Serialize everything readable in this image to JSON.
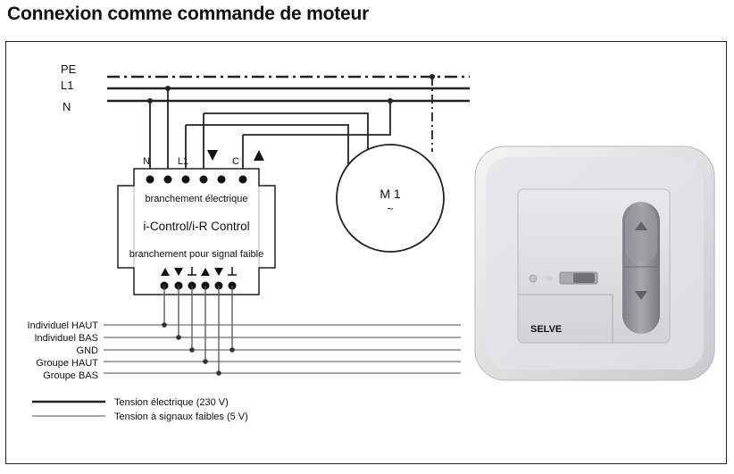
{
  "title": "Connexion comme commande de moteur",
  "mains": {
    "pe": "PE",
    "l1": "L1",
    "n": "N"
  },
  "module": {
    "terminal_n": "N",
    "terminal_l1": "L1",
    "terminal_c": "C",
    "power_connection": "branchement électrique",
    "name": "i-Control/i-R Control",
    "signal_connection": "branchement pour signal faible"
  },
  "motor": {
    "label": "M 1",
    "symbol": "~"
  },
  "signal_bus": [
    "Individuel HAUT",
    "Individuel BAS",
    "GND",
    "Groupe HAUT",
    "Groupe BAS"
  ],
  "legend": {
    "power": "Tension électrique (230 V)",
    "signal": "Tension à signaux faibles (5 V)"
  },
  "device_brand": "SELVE",
  "colors": {
    "power_line": "#222222",
    "signal_line": "#9a9a9a",
    "device_face": "#d9dadc"
  }
}
